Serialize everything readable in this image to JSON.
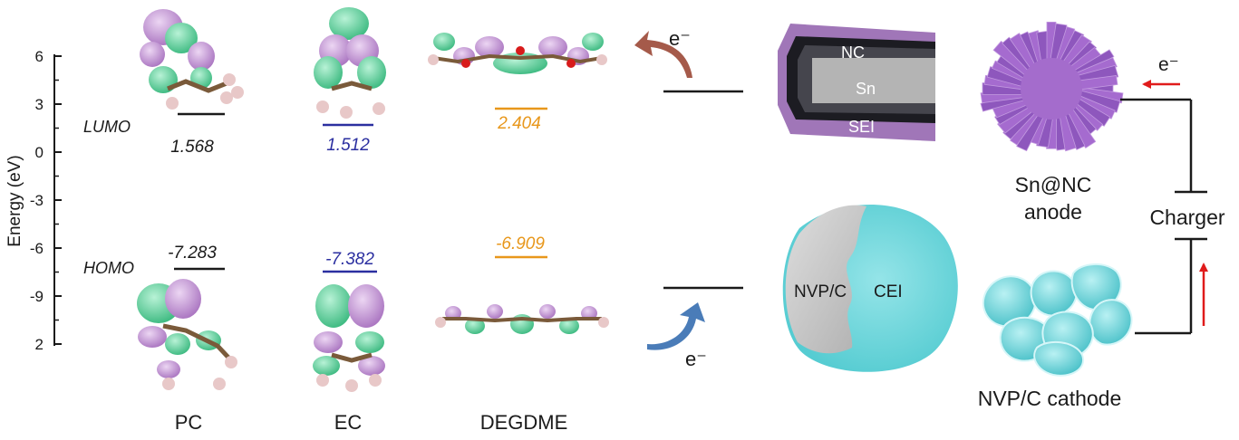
{
  "axis": {
    "label": "Energy (eV)",
    "ticks": [
      "6",
      "3",
      "0",
      "-3",
      "-6",
      "-9",
      "2"
    ]
  },
  "orbitals": {
    "lumo": "LUMO",
    "homo": "HOMO"
  },
  "molecules": [
    {
      "name": "PC",
      "lumo": "1.568",
      "homo": "-7.283",
      "color": "#1a1a1a"
    },
    {
      "name": "EC",
      "lumo": "1.512",
      "homo": "-7.382",
      "color": "#2b2fa0"
    },
    {
      "name": "DEGDME",
      "lumo": "2.404",
      "homo": "-6.909",
      "color": "#e8971b"
    }
  ],
  "electron_top": "e⁻",
  "electron_bottom": "e⁻",
  "electron_charger": "e⁻",
  "anode_box": {
    "nc": "NC",
    "sn": "Sn",
    "sei": "SEI"
  },
  "anode_label": {
    "line1": "Sn@NC",
    "line2": "anode"
  },
  "cathode_particle": {
    "core": "NVP/C",
    "shell": "CEI"
  },
  "cathode_label": "NVP/C cathode",
  "charger_label": "Charger",
  "colors": {
    "lumo_lobe_green": "#5ed6a0",
    "lumo_lobe_purple": "#c69ad6",
    "sn_purple": "#9a5fc6",
    "nvp_cyan": "#5fd3d8",
    "arrow_brown": "#a55a4a",
    "arrow_blue": "#4a7cb8",
    "arrow_red": "#e01b1b"
  }
}
